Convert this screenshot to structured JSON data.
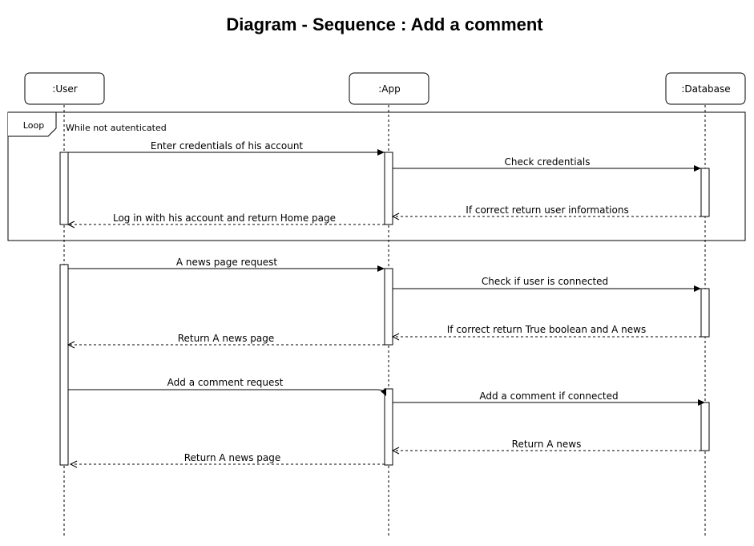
{
  "title": "Diagram - Sequence : Add a comment",
  "actors": [
    {
      "id": "user",
      "label": ":User"
    },
    {
      "id": "app",
      "label": ":App"
    },
    {
      "id": "db",
      "label": ":Database"
    }
  ],
  "loop": {
    "label": "Loop",
    "guard": "While not autenticated"
  },
  "messages": [
    {
      "from": "user",
      "to": "app",
      "label": "Enter credentials of his account",
      "kind": "sync"
    },
    {
      "from": "app",
      "to": "db",
      "label": "Check credentials",
      "kind": "sync"
    },
    {
      "from": "db",
      "to": "app",
      "label": "If correct return user informations",
      "kind": "reply"
    },
    {
      "from": "app",
      "to": "user",
      "label": "Log in with his account and return Home page",
      "kind": "reply"
    },
    {
      "from": "user",
      "to": "app",
      "label": "A news page request",
      "kind": "sync"
    },
    {
      "from": "app",
      "to": "db",
      "label": "Check if user is connected",
      "kind": "sync"
    },
    {
      "from": "db",
      "to": "app",
      "label": "If correct return True boolean and A news",
      "kind": "reply"
    },
    {
      "from": "app",
      "to": "user",
      "label": "Return A news page",
      "kind": "reply"
    },
    {
      "from": "user",
      "to": "app",
      "label": "Add a comment request",
      "kind": "sync"
    },
    {
      "from": "app",
      "to": "db",
      "label": "Add a comment if connected",
      "kind": "sync"
    },
    {
      "from": "db",
      "to": "app",
      "label": "Return A news",
      "kind": "reply"
    },
    {
      "from": "app",
      "to": "user",
      "label": "Return A news page",
      "kind": "reply"
    }
  ]
}
